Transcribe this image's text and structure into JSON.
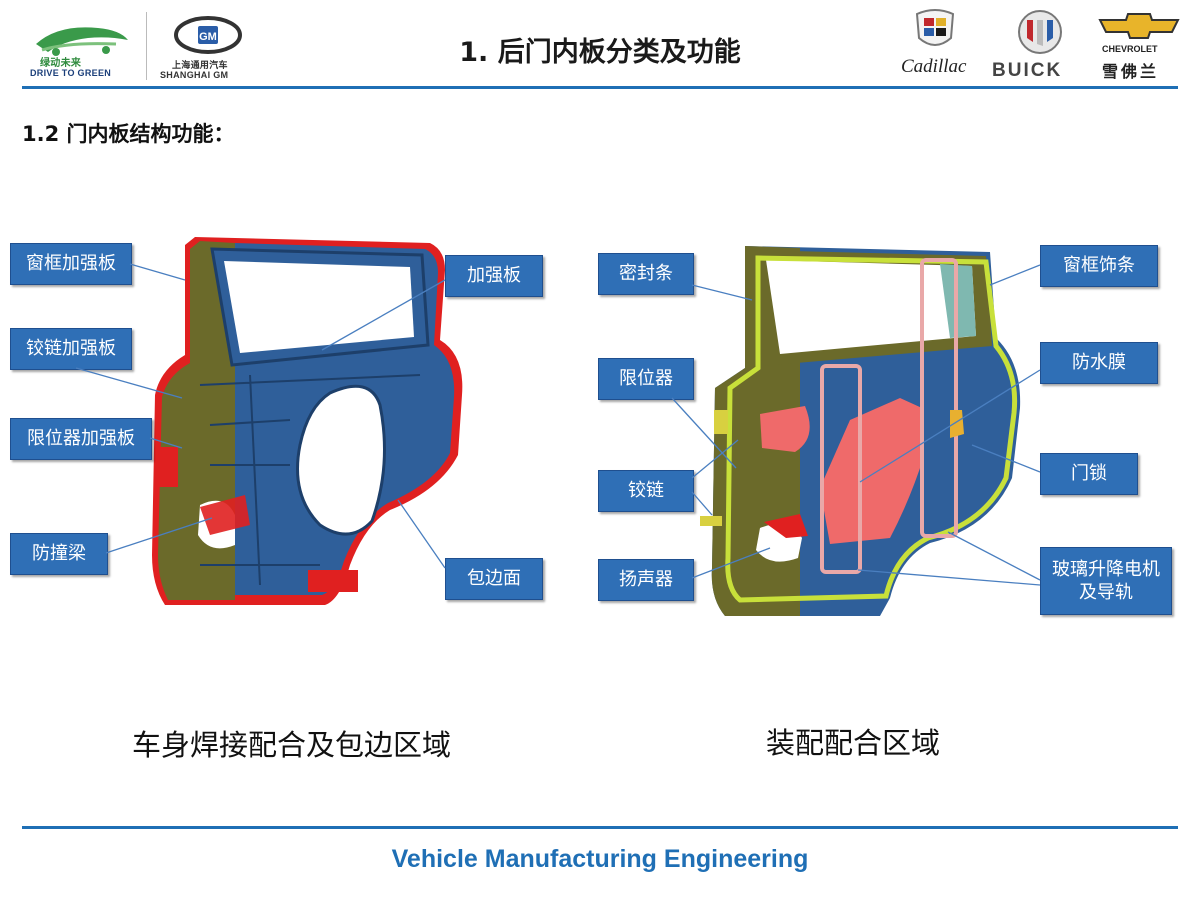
{
  "header": {
    "title": "1. 后门内板分类及功能",
    "left_logo_text": "DRIVE TO GREEN",
    "left_logo_cn": "绿动未来",
    "sgm_text_cn": "上海通用汽车",
    "sgm_text_en": "SHANGHAI GM",
    "brands": [
      "Cadillac",
      "BUICK",
      "CHEVROLET",
      "雪佛兰"
    ]
  },
  "section_title": "1.2  门内板结构功能：",
  "left_diagram": {
    "callouts": [
      "窗框加强板",
      "加强板",
      "铰链加强板",
      "限位器加强板",
      "防撞梁",
      "包边面"
    ],
    "caption": "车身焊接配合及包边区域"
  },
  "right_diagram": {
    "callouts": [
      "密封条",
      "窗框饰条",
      "限位器",
      "防水膜",
      "铰链",
      "门锁",
      "扬声器",
      "玻璃升降电机及导轨"
    ],
    "caption": "装配配合区域"
  },
  "footer": "Vehicle Manufacturing Engineering",
  "colors": {
    "accent": "#1f6fb5",
    "callout": "#2f6fb6",
    "door_blue": "#2f5f9a",
    "door_olive": "#6b6a2a",
    "red": "#e02020"
  }
}
